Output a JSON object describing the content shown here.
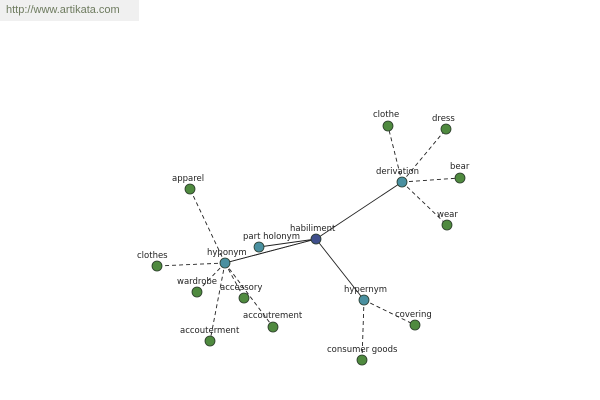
{
  "header": {
    "url_text": "http://www.artikata.com"
  },
  "colors": {
    "center": "#3f4f8c",
    "relation": "#4a90a0",
    "leaf": "#4f8a3f",
    "node_stroke": "#2a3a2a"
  },
  "graph": {
    "center": {
      "id": "habiliment",
      "label": "habiliment"
    },
    "relations": [
      {
        "id": "derivation",
        "label": "derivation"
      },
      {
        "id": "hyponym",
        "label": "hyponym"
      },
      {
        "id": "part-holonym",
        "label": "part holonym"
      },
      {
        "id": "hypernym",
        "label": "hypernym"
      }
    ],
    "leaves": [
      {
        "id": "clothe",
        "label": "clothe",
        "relation": "derivation"
      },
      {
        "id": "dress",
        "label": "dress",
        "relation": "derivation"
      },
      {
        "id": "bear",
        "label": "bear",
        "relation": "derivation"
      },
      {
        "id": "wear",
        "label": "wear",
        "relation": "derivation"
      },
      {
        "id": "apparel",
        "label": "apparel",
        "relation": "hyponym"
      },
      {
        "id": "clothes",
        "label": "clothes",
        "relation": "hyponym"
      },
      {
        "id": "wardrobe",
        "label": "wardrobe",
        "relation": "hyponym"
      },
      {
        "id": "accessory",
        "label": "accessory",
        "relation": "hyponym"
      },
      {
        "id": "accoutrement",
        "label": "accoutrement",
        "relation": "hyponym"
      },
      {
        "id": "accouterment",
        "label": "accouterment",
        "relation": "hyponym"
      },
      {
        "id": "covering",
        "label": "covering",
        "relation": "hypernym"
      },
      {
        "id": "consumer-goods",
        "label": "consumer goods",
        "relation": "hypernym"
      }
    ]
  }
}
